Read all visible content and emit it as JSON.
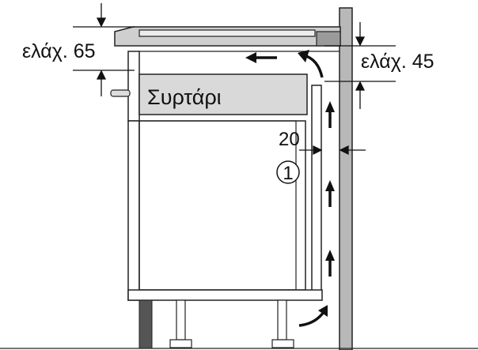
{
  "labels": {
    "min_clearance_top": "ελάχ. 65",
    "min_clearance_wall": "ελάχ. 45",
    "drawer": "Συρτάρι",
    "gap": "20",
    "callout": "1"
  },
  "colors": {
    "wall": "#b8b8b8",
    "drawer": "#d9d9d9",
    "hob": "#cfcfcf",
    "line": "#111111",
    "plinth": "#555555"
  }
}
